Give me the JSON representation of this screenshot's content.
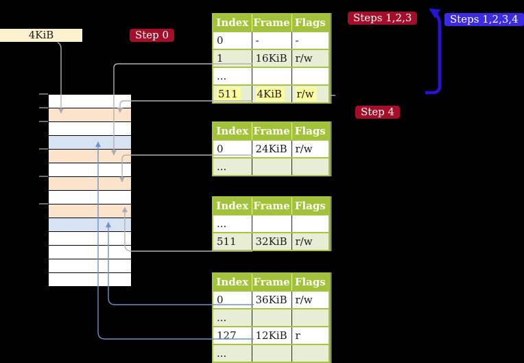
{
  "colors": {
    "bg": "#000000",
    "green": "#a3c23c",
    "green_border": "#a6c43e",
    "shade": "#e7eed5",
    "peach": "#fce4cc",
    "lblue": "#d7e3f3",
    "yellow": "#fdfd9b",
    "red": "#a50d28",
    "violet": "#3c2be0",
    "bigblue": "#2812d8",
    "slate": "#6f92c8",
    "gray": "#b2b2b2",
    "cream": "#fdf2d0",
    "tick": "#707070",
    "shadow": "#8c8c8c"
  },
  "frame_label": {
    "text": "4KiB"
  },
  "badges": [
    {
      "text": "Step 0",
      "style": "red"
    },
    {
      "text": "Steps 1,2,3",
      "style": "red"
    },
    {
      "text": "Steps 1,2,3,4",
      "style": "violet"
    },
    {
      "text": "Step 4",
      "style": "red"
    }
  ],
  "memory_column": {
    "row_colors": [
      "white",
      "peach",
      "white",
      "blue",
      "peach",
      "white",
      "peach",
      "white",
      "peach",
      "blue",
      "white",
      "white",
      "white",
      "white"
    ],
    "ticks": [
      0,
      1,
      2,
      4,
      6,
      8
    ]
  },
  "tables": [
    {
      "name": "page-table-top",
      "headers": [
        "Index",
        "Frame",
        "Flags"
      ],
      "rows": [
        {
          "cells": [
            "0",
            "-",
            "-"
          ],
          "shaded": false,
          "highlighted": false
        },
        {
          "cells": [
            "1",
            "16KiB",
            "r/w"
          ],
          "shaded": true,
          "highlighted": false
        },
        {
          "cells": [
            "...",
            "",
            ""
          ],
          "shaded": false,
          "highlighted": false
        },
        {
          "cells": [
            "511",
            "4KiB",
            "r/w"
          ],
          "shaded": true,
          "highlighted": true
        }
      ]
    },
    {
      "name": "page-table-second",
      "headers": [
        "Index",
        "Frame",
        "Flags"
      ],
      "rows": [
        {
          "cells": [
            "0",
            "24KiB",
            "r/w"
          ],
          "shaded": false,
          "highlighted": false
        },
        {
          "cells": [
            "...",
            "",
            ""
          ],
          "shaded": true,
          "highlighted": false
        }
      ]
    },
    {
      "name": "page-table-third",
      "headers": [
        "Index",
        "Frame",
        "Flags"
      ],
      "rows": [
        {
          "cells": [
            "...",
            "",
            ""
          ],
          "shaded": false,
          "highlighted": false
        },
        {
          "cells": [
            "511",
            "32KiB",
            "r/w"
          ],
          "shaded": true,
          "highlighted": false
        }
      ]
    },
    {
      "name": "page-table-bottom",
      "headers": [
        "Index",
        "Frame",
        "Flags"
      ],
      "rows": [
        {
          "cells": [
            "0",
            "36KiB",
            "r/w"
          ],
          "shaded": false,
          "highlighted": false
        },
        {
          "cells": [
            "...",
            "",
            ""
          ],
          "shaded": true,
          "highlighted": false
        },
        {
          "cells": [
            "127",
            "12KiB",
            "r"
          ],
          "shaded": false,
          "highlighted": false
        },
        {
          "cells": [
            "...",
            "",
            ""
          ],
          "shaded": true,
          "highlighted": false
        }
      ]
    }
  ]
}
